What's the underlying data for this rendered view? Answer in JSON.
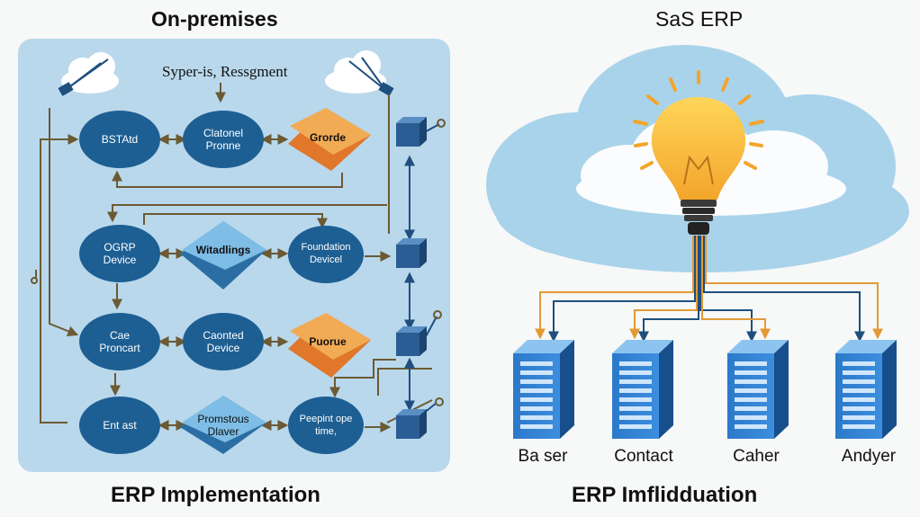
{
  "left": {
    "title": "On-premises",
    "top_label": "Syper-is, Ressgment",
    "nodes": [
      {
        "label": "BSTAtd"
      },
      {
        "label": "Clatonel\nPronne"
      },
      {
        "label": "Grorde"
      },
      {
        "label": "OGRP\nDevice"
      },
      {
        "label": "Witadlings"
      },
      {
        "label": "Foundation\nDevicel"
      },
      {
        "label": "Cae\nProncart"
      },
      {
        "label": "Caonted\nDevice"
      },
      {
        "label": "Puorue"
      },
      {
        "label": "Ent ast"
      },
      {
        "label": "Promstous\nDlaver"
      },
      {
        "label": "Peepint ope\ntime,"
      }
    ],
    "caption": "ERP Implementation"
  },
  "right": {
    "title": "SaS ERP",
    "servers": [
      {
        "label": "Ba ser"
      },
      {
        "label": "Contact"
      },
      {
        "label": "Caher"
      },
      {
        "label": "Andyer"
      }
    ],
    "caption": "ERP Imflidduation"
  },
  "colors": {
    "panel_bg": "#b9d8ec",
    "node_blue": "#1d5f93",
    "diamond_orange": "#f0a24a",
    "diamond_blue": "#5fa7d6",
    "arrow_brown": "#7a6233",
    "cloud_blue": "#a9d3ea",
    "bulb_yellow": "#f7b733",
    "server_blue": "#2f7fcf"
  }
}
